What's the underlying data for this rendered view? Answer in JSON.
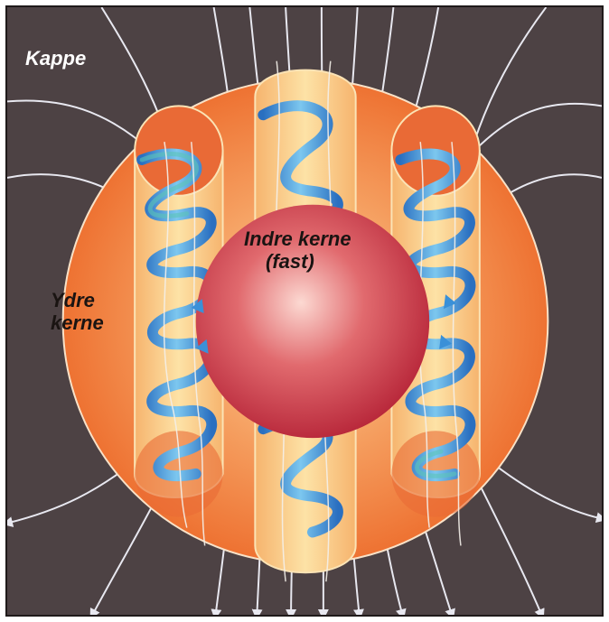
{
  "labels": {
    "mantle": "Kappe",
    "outer_core_line1": "Ydre",
    "outer_core_line2": "kerne",
    "inner_core_line1": "Indre kerne",
    "inner_core_line2": "(fast)"
  },
  "colors": {
    "mantle_bg": "#4d4244",
    "outer_core": "#f07a3c",
    "outer_core_light": "#f9c68a",
    "inner_core": "#d2414d",
    "inner_core_light": "#f8b7b2",
    "column_fill": "#f9d58f",
    "helix_blue": "#3a90d8",
    "helix_teal": "#5cc4b8",
    "field_lines": "#e8e8f0"
  },
  "icons": {
    "field_line_arrow": "arrowhead"
  }
}
